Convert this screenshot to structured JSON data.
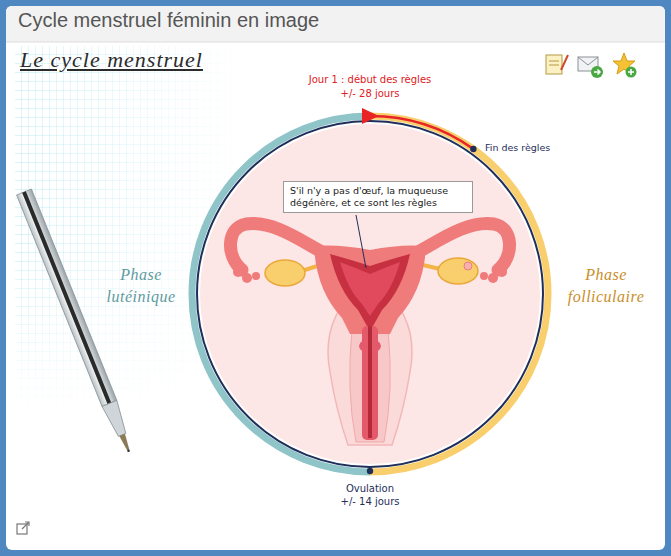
{
  "diagram": {
    "title": "Cycle menstruel féminin en image",
    "nodes": [
      {
        "text": [
          "S'il n'y a pas d'œuf, la muqueuse dégénère, et ce sont les règles"
        ]
      }
    ],
    "labels": [
      "Le cycle menstruel",
      "Jour 1 : début des règles",
      "+/- 28 jours",
      "Fin des règles",
      "Phase lutéinique",
      "Phase folliculaire",
      "Ovulation",
      "+/- 14 jours"
    ]
  }
}
